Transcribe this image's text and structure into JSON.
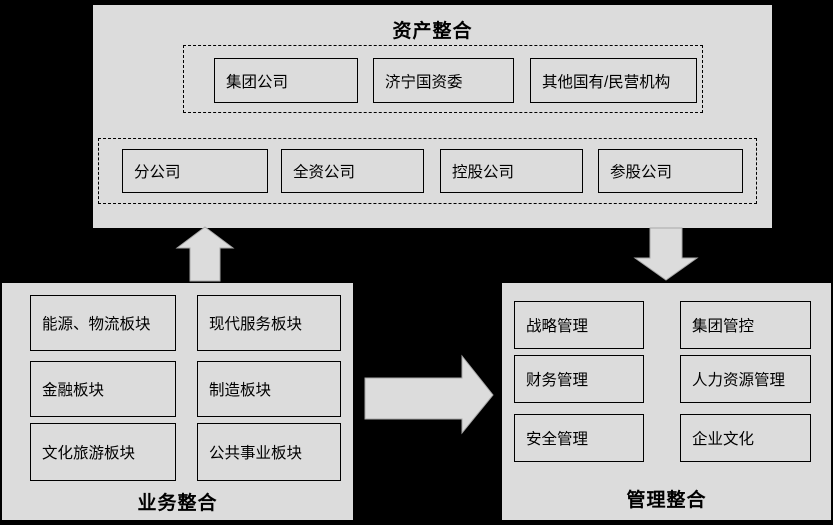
{
  "colors": {
    "background": "#000000",
    "panel_fill": "#dcdcdc",
    "box_border": "#000000",
    "text": "#000000",
    "arrow_fill": "#dcdcdc",
    "arrow_stroke": "#a8a8a8"
  },
  "diagram": {
    "asset": {
      "title": "资产整合",
      "owners": [
        "集团公司",
        "济宁国资委",
        "其他国有/民营机构"
      ],
      "companies": [
        "分公司",
        "全资公司",
        "控股公司",
        "参股公司"
      ]
    },
    "business": {
      "title": "业务整合",
      "items": [
        "能源、物流板块",
        "现代服务板块",
        "金融板块",
        "制造板块",
        "文化旅游板块",
        "公共事业板块"
      ]
    },
    "management": {
      "title": "管理整合",
      "items": [
        "战略管理",
        "集团管控",
        "财务管理",
        "人力资源管理",
        "安全管理",
        "企业文化"
      ]
    },
    "arrows": {
      "up": "arrow-business-to-asset",
      "down": "arrow-asset-to-management",
      "right": "arrow-business-to-management"
    }
  }
}
